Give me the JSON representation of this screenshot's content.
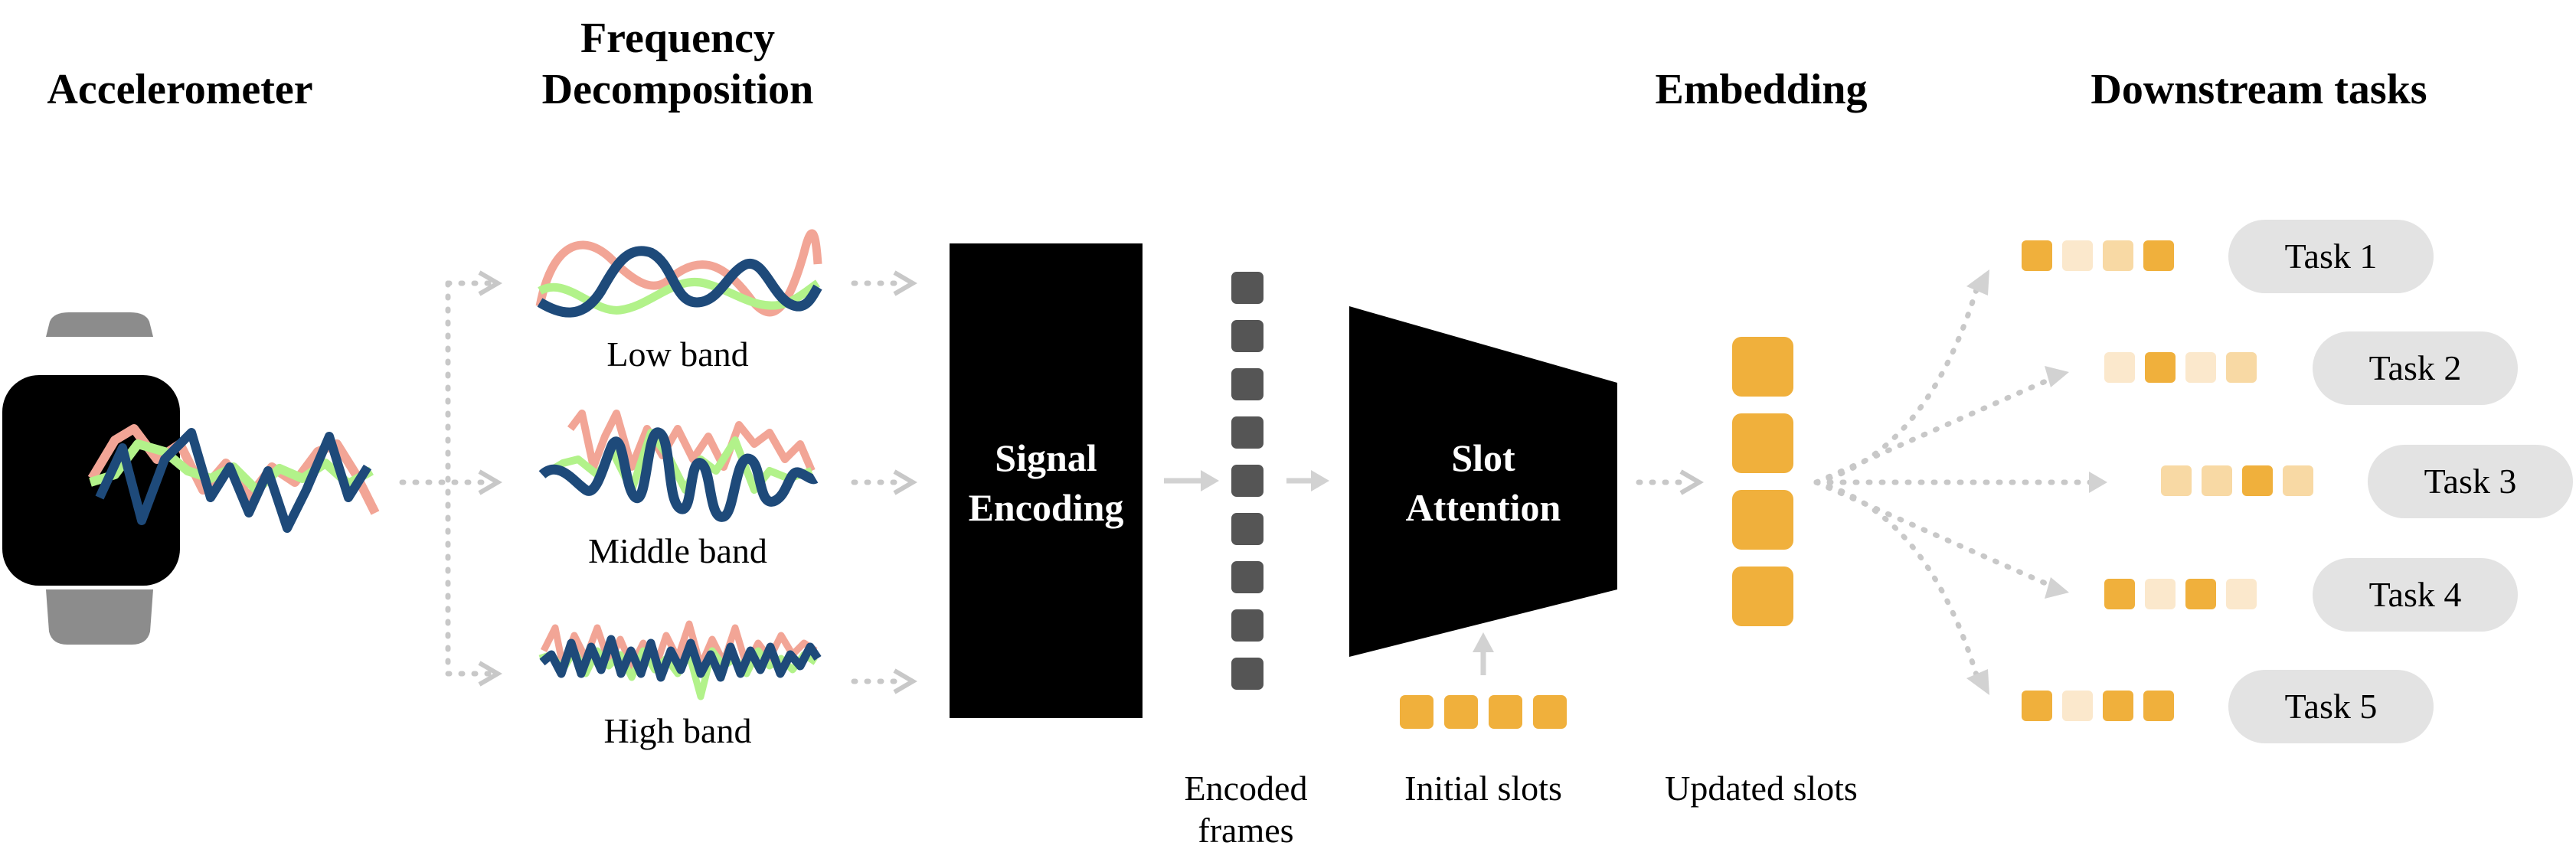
{
  "headers": {
    "accelerometer": "Accelerometer",
    "frequency_line1": "Frequency",
    "frequency_line2": "Decomposition",
    "embedding": "Embedding",
    "downstream": "Downstream tasks"
  },
  "bands": [
    "Low band",
    "Middle band",
    "High band"
  ],
  "blocks": {
    "signal_line1": "Signal",
    "signal_line2": "Encoding",
    "slot_line1": "Slot",
    "slot_line2": "Attention"
  },
  "captions": {
    "encoded_line1": "Encoded",
    "encoded_line2": "frames",
    "initial_slots": "Initial slots",
    "updated_slots": "Updated slots"
  },
  "tasks": [
    {
      "label": "Task 1",
      "slots": [
        1,
        0,
        0,
        1
      ]
    },
    {
      "label": "Task 2",
      "slots": [
        0,
        1,
        0,
        0
      ]
    },
    {
      "label": "Task 3",
      "slots": [
        0,
        0,
        1,
        0
      ]
    },
    {
      "label": "Task 4",
      "slots": [
        1,
        0,
        1,
        0
      ]
    },
    {
      "label": "Task 5",
      "slots": [
        1,
        0,
        1,
        1
      ]
    }
  ],
  "colors": {
    "slot": "#f0b03c",
    "slot_dim": "#f8d9a4",
    "slot_faint": "#fbe8cc",
    "signal_red": "#f2a596",
    "signal_green": "#b2f28a",
    "signal_blue": "#1e4a7a",
    "watch": "#8c8c8c",
    "frame": "#555555",
    "task_pill": "#e3e3e3"
  },
  "icons": {
    "watch": "smartwatch-icon"
  }
}
